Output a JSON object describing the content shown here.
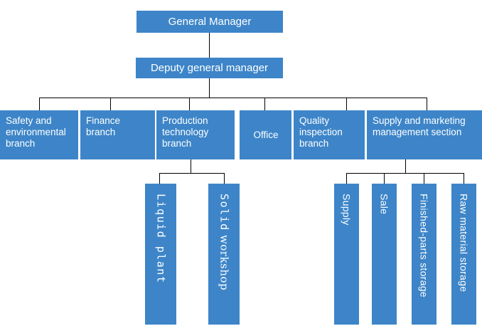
{
  "diagram": {
    "title": "Organizational structure chart",
    "accent_color": "#3d85c8",
    "text_color": "#ffffff",
    "connector_color": "#000000",
    "background_color": "#ffffff"
  },
  "levels": {
    "level1": {
      "general_manager": "General Manager"
    },
    "level2": {
      "deputy_general_manager": "Deputy general manager"
    },
    "level3": [
      {
        "label": "Safety and environmental branch"
      },
      {
        "label": "Finance branch"
      },
      {
        "label": "Production technology branch"
      },
      {
        "label": "Office"
      },
      {
        "label": "Quality inspection branch"
      },
      {
        "label": "Supply and marketing management section"
      }
    ],
    "level4_production": [
      {
        "label": "Liquid plant",
        "part_a": "Liquid",
        "part_b": " plant"
      },
      {
        "label": "Solid workshop",
        "part_a": "Solid",
        "part_b": " workshop"
      }
    ],
    "level4_supply": [
      {
        "label": "Supply"
      },
      {
        "label": "Sale"
      },
      {
        "label": "Finished-parts storage"
      },
      {
        "label": "Raw material storage"
      }
    ]
  }
}
